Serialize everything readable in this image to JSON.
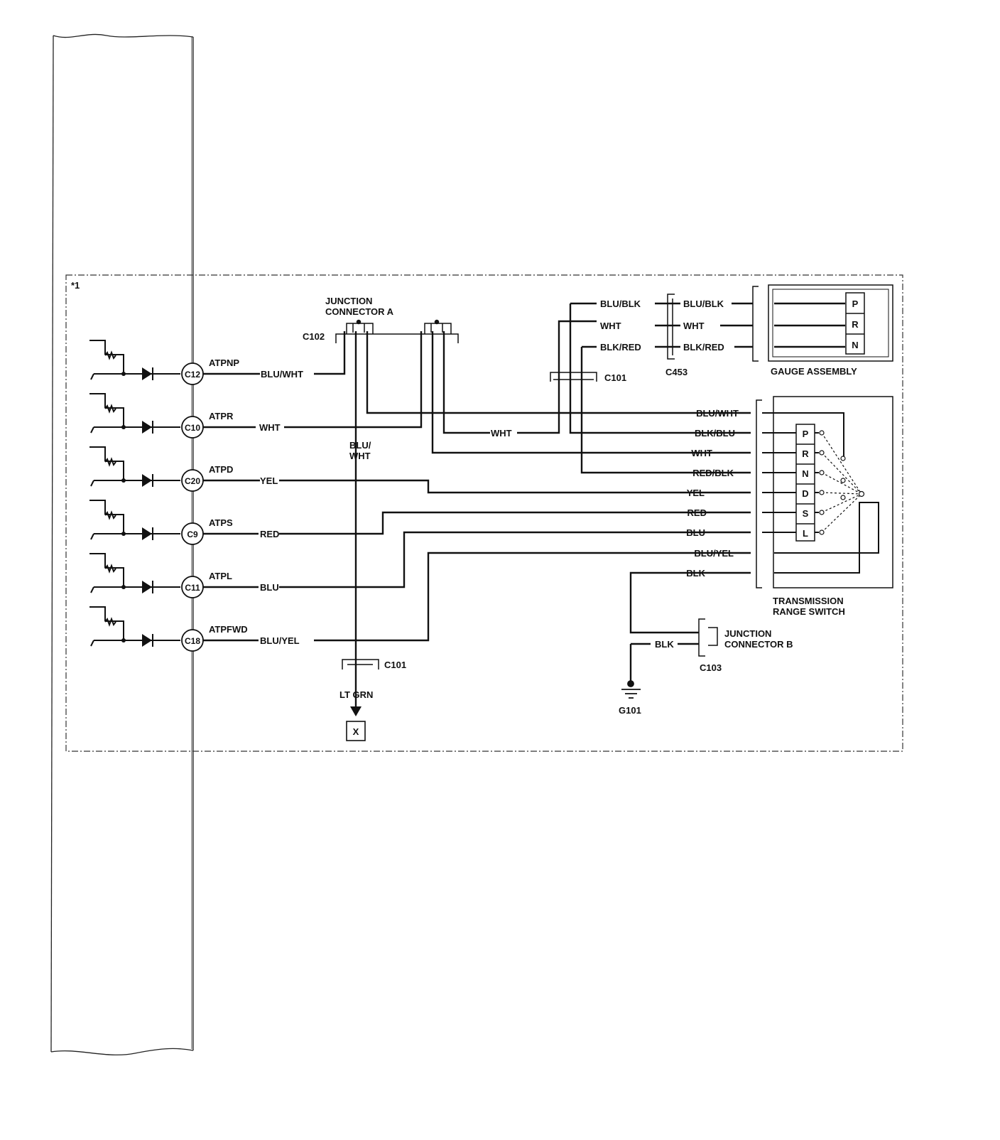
{
  "region_note": "*1",
  "pcm_pins": [
    {
      "id": "C12",
      "signal": "ATPNP",
      "wire": "BLU/WHT"
    },
    {
      "id": "C10",
      "signal": "ATPR",
      "wire": "WHT"
    },
    {
      "id": "C20",
      "signal": "ATPD",
      "wire": "YEL"
    },
    {
      "id": "C9",
      "signal": "ATPS",
      "wire": "RED"
    },
    {
      "id": "C11",
      "signal": "ATPL",
      "wire": "BLU"
    },
    {
      "id": "C18",
      "signal": "ATPFWD",
      "wire": "BLU/YEL"
    }
  ],
  "junction_a": {
    "line1": "JUNCTION",
    "line2": "CONNECTOR A",
    "connector": "C102"
  },
  "vertical_wire": {
    "line1": "BLU/",
    "line2": "WHT",
    "below_connector": "C101",
    "below_wire": "LT GRN",
    "terminal": "X"
  },
  "c101_upper": "C101",
  "mid_wht": "WHT",
  "gauge": {
    "left_wires": [
      "BLU/BLK",
      "WHT",
      "BLK/RED"
    ],
    "right_wires": [
      "BLU/BLK",
      "WHT",
      "BLK/RED"
    ],
    "connector": "C453",
    "title": "GAUGE ASSEMBLY",
    "positions": [
      "P",
      "R",
      "N"
    ]
  },
  "trs": {
    "wires": [
      "BLU/WHT",
      "BLK/BLU",
      "WHT",
      "RED/BLK",
      "YEL",
      "RED",
      "BLU",
      "BLU/YEL",
      "BLK"
    ],
    "positions": [
      "P",
      "R",
      "N",
      "D",
      "S",
      "L"
    ],
    "title1": "TRANSMISSION",
    "title2": "RANGE SWITCH"
  },
  "junction_b": {
    "line1": "JUNCTION",
    "line2": "CONNECTOR B",
    "connector": "C103",
    "wire": "BLK"
  },
  "ground": "G101"
}
